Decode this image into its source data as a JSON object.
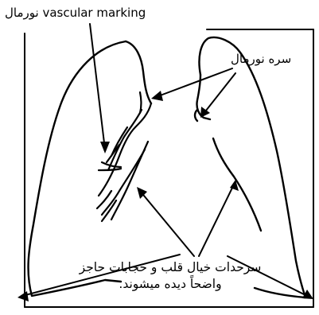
{
  "diagram": {
    "labels": {
      "vascular_marking": "نورمال vascular marking",
      "hilum": "سره نورمال",
      "borders": "سرحدات خیال قلب و حجابات حاجز واضحاً دیده میشوند."
    },
    "colors": {
      "ink": "#000000",
      "background": "#ffffff"
    }
  }
}
